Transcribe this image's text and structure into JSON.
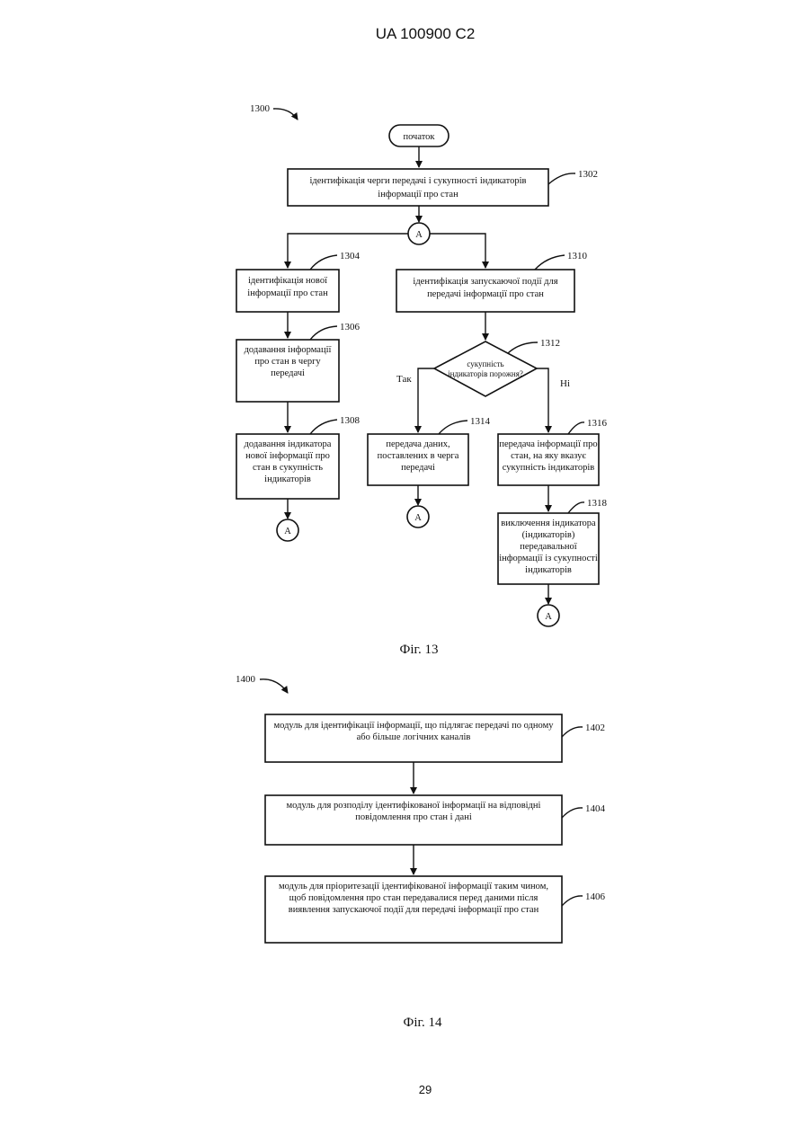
{
  "header": {
    "doc_id": "UA   100900   C2"
  },
  "fig13": {
    "ref": "1300",
    "caption": "Фіг. 13",
    "start": "початок",
    "connector": "A",
    "yes_label": "Так",
    "no_label": "Ні",
    "nodes": {
      "n1302": {
        "ref": "1302",
        "lines": [
          "ідентифікація черги передачі і сукупності індикаторів",
          "інформації про стан"
        ]
      },
      "n1304": {
        "ref": "1304",
        "lines": [
          "ідентифікація нової",
          "інформації про стан"
        ]
      },
      "n1306": {
        "ref": "1306",
        "lines": [
          "додавання інформації",
          "про стан в чергу",
          "передачі"
        ]
      },
      "n1308": {
        "ref": "1308",
        "lines": [
          "додавання індикатора",
          "нової інформації про",
          "стан в сукупність",
          "індикаторів"
        ]
      },
      "n1310": {
        "ref": "1310",
        "lines": [
          "ідентифікація запускаючої події для",
          "передачі інформації про стан"
        ]
      },
      "n1312": {
        "ref": "1312",
        "lines": [
          "сукупність",
          "індикаторів порожня?"
        ]
      },
      "n1314": {
        "ref": "1314",
        "lines": [
          "передача даних,",
          "поставлених в черга",
          "передачі"
        ]
      },
      "n1316": {
        "ref": "1316",
        "lines": [
          "передача інформації про",
          "стан, на яку вказує",
          "сукупність індикаторів"
        ]
      },
      "n1318": {
        "ref": "1318",
        "lines": [
          "виключення індикатора",
          "(індикаторів)",
          "передавальної",
          "інформації із сукупності",
          "індикаторів"
        ]
      }
    }
  },
  "fig14": {
    "ref": "1400",
    "caption": "Фіг. 14",
    "nodes": {
      "n1402": {
        "ref": "1402",
        "lines": [
          "модуль для ідентифікації інформації, що підлягає передачі по одному",
          "або більше логічних каналів"
        ]
      },
      "n1404": {
        "ref": "1404",
        "lines": [
          "модуль для розподілу ідентифікованої інформації на відповідні",
          "повідомлення про стан і дані"
        ]
      },
      "n1406": {
        "ref": "1406",
        "lines": [
          "модуль для пріоритезації ідентифікованої інформації таким чином,",
          "щоб повідомлення про стан передавалися перед даними після",
          "виявлення запускаючої події для передачі інформації про стан"
        ]
      }
    }
  },
  "footer": {
    "page_number": "29"
  }
}
